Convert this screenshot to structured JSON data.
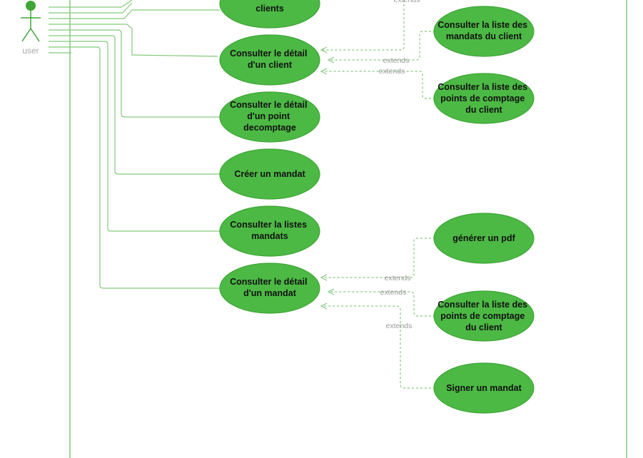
{
  "colors": {
    "ellipse_fill": "#4CB944",
    "ellipse_stroke": "#3EA536",
    "line": "#82C97B",
    "actor": "#3EA536",
    "label": "#9a9a9a"
  },
  "actor": {
    "name": "user"
  },
  "use_cases": [
    {
      "id": "uc-clients",
      "lines": [
        "clients"
      ]
    },
    {
      "id": "uc-detail-client",
      "lines": [
        "Consulter le détail",
        "d'un client"
      ]
    },
    {
      "id": "uc-detail-point",
      "lines": [
        "Consulter le détail",
        "d'un point",
        "decomptage"
      ]
    },
    {
      "id": "uc-creer-mandat",
      "lines": [
        "Créer un mandat"
      ]
    },
    {
      "id": "uc-liste-mandats",
      "lines": [
        "Consulter la listes",
        "mandats"
      ]
    },
    {
      "id": "uc-detail-mandat",
      "lines": [
        "Consulter le détail",
        "d'un mandat"
      ]
    },
    {
      "id": "uc-liste-mandats-client",
      "lines": [
        "Consulter la liste des",
        "mandats du client"
      ]
    },
    {
      "id": "uc-liste-points-client-1",
      "lines": [
        "Consulter la liste des",
        "points de comptage",
        "du client"
      ]
    },
    {
      "id": "uc-generer-pdf",
      "lines": [
        "générer un pdf"
      ]
    },
    {
      "id": "uc-liste-points-client-2",
      "lines": [
        "Consulter la liste des",
        "points de comptage",
        "du client"
      ]
    },
    {
      "id": "uc-signer-mandat",
      "lines": [
        "Signer un mandat"
      ]
    }
  ],
  "relations": [
    {
      "id": "rel-1",
      "label": "extends"
    },
    {
      "id": "rel-2",
      "label": "extends"
    },
    {
      "id": "rel-3",
      "label": "extends"
    },
    {
      "id": "rel-4",
      "label": "extends"
    },
    {
      "id": "rel-5",
      "label": "extends"
    },
    {
      "id": "rel-6",
      "label": "extends"
    }
  ]
}
